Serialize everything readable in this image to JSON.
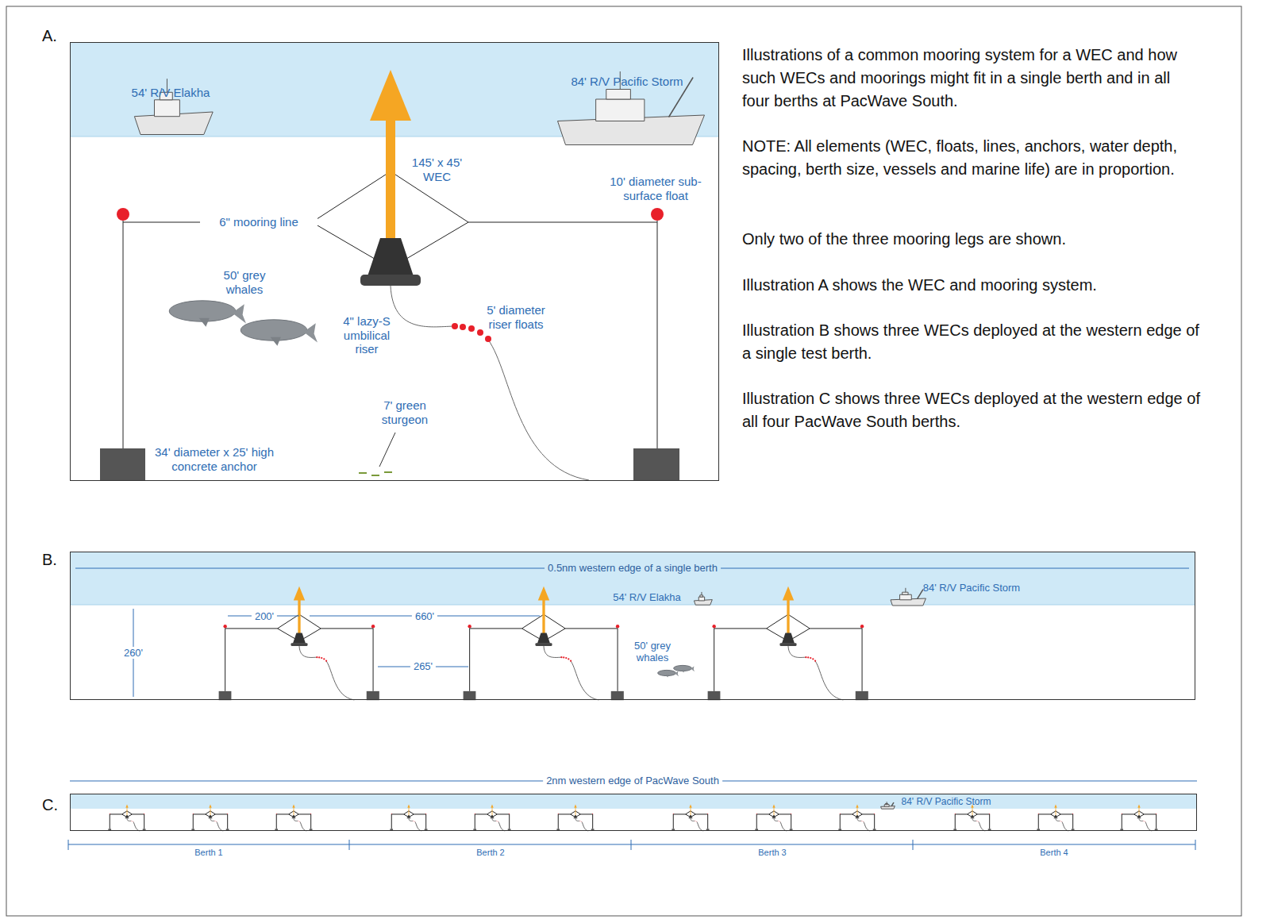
{
  "diagram": {
    "nodes": [
      {
        "text": [
          "A."
        ]
      },
      {
        "text": [
          "B."
        ]
      },
      {
        "text": [
          "C."
        ]
      }
    ],
    "labels": [
      "54' R/V Elakha",
      "84' R/V Pacific Storm",
      "145' x 45' WEC",
      "10' diameter sub-surface float",
      "6\" mooring line",
      "50' grey whales",
      "4\" lazy-S umbilical riser",
      "5' diameter riser floats",
      "7' green sturgeon",
      "34' diameter x 25' high concrete anchor",
      "Illustrations of a common mooring system for a WEC and how such WECs and moorings might fit in a single berth and in all four berths at PacWave South.",
      "NOTE: All elements (WEC, floats, lines, anchors, water depth, spacing, berth size, vessels and marine life) are in proportion.",
      "Only two of the three mooring legs are shown.",
      "Illustration A shows the WEC and mooring system.",
      "Illustration B shows three WECs deployed at the western edge of a single test berth.",
      "Illustration C shows three WECs deployed at the western edge of all four PacWave South berths.",
      "0.5nm western edge of a single berth",
      "54' R/V Elakha",
      "84' R/V Pacific Storm",
      "260'",
      "200'",
      "660'",
      "265'",
      "50' grey whales",
      "2nm western edge of PacWave South",
      "84' R/V Pacific Storm",
      "Berth 1",
      "Berth 2",
      "Berth 3",
      "Berth 4"
    ]
  }
}
